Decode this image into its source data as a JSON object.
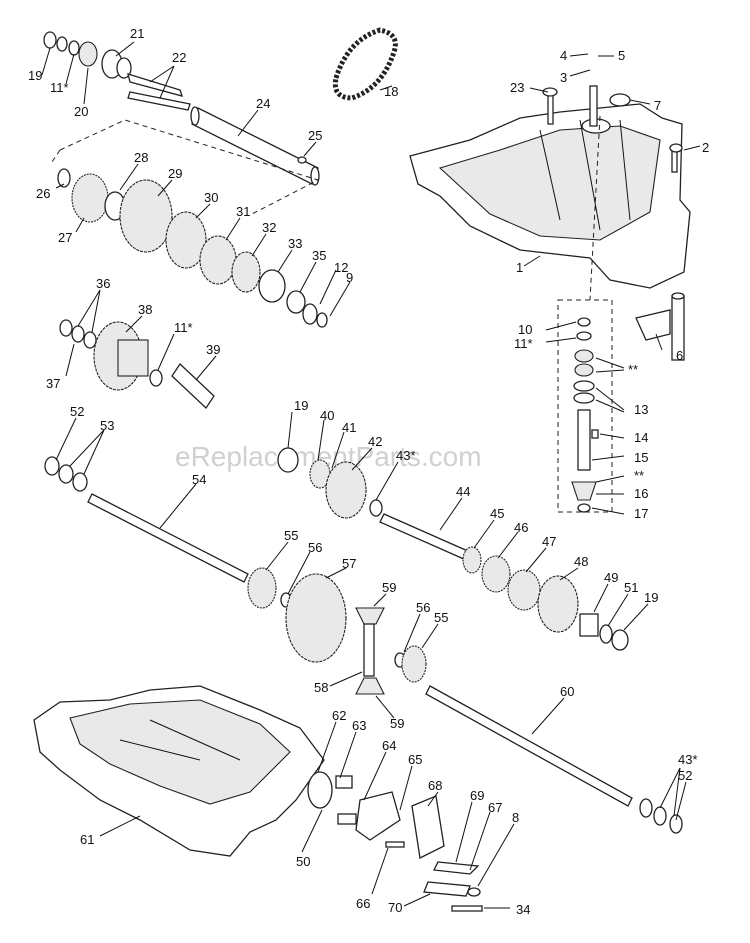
{
  "watermark": "eReplacementParts.com",
  "labels": [
    {
      "id": "19a",
      "text": "19"
    },
    {
      "id": "11a",
      "text": "11*"
    },
    {
      "id": "20",
      "text": "20"
    },
    {
      "id": "21",
      "text": "21"
    },
    {
      "id": "22",
      "text": "22"
    },
    {
      "id": "18",
      "text": "18"
    },
    {
      "id": "24",
      "text": "24"
    },
    {
      "id": "25",
      "text": "25"
    },
    {
      "id": "4",
      "text": "4"
    },
    {
      "id": "5",
      "text": "5"
    },
    {
      "id": "3",
      "text": "3"
    },
    {
      "id": "23",
      "text": "23"
    },
    {
      "id": "7",
      "text": "7"
    },
    {
      "id": "2",
      "text": "2"
    },
    {
      "id": "1",
      "text": "1"
    },
    {
      "id": "28",
      "text": "28"
    },
    {
      "id": "29",
      "text": "29"
    },
    {
      "id": "26",
      "text": "26"
    },
    {
      "id": "27",
      "text": "27"
    },
    {
      "id": "30",
      "text": "30"
    },
    {
      "id": "31",
      "text": "31"
    },
    {
      "id": "32",
      "text": "32"
    },
    {
      "id": "33",
      "text": "33"
    },
    {
      "id": "35",
      "text": "35"
    },
    {
      "id": "12",
      "text": "12"
    },
    {
      "id": "9",
      "text": "9"
    },
    {
      "id": "36",
      "text": "36"
    },
    {
      "id": "38",
      "text": "38"
    },
    {
      "id": "37",
      "text": "37"
    },
    {
      "id": "11b",
      "text": "11*"
    },
    {
      "id": "39",
      "text": "39"
    },
    {
      "id": "10",
      "text": "10"
    },
    {
      "id": "11c",
      "text": "11*"
    },
    {
      "id": "6",
      "text": "6"
    },
    {
      "id": "ss1",
      "text": "**"
    },
    {
      "id": "13",
      "text": "13"
    },
    {
      "id": "14",
      "text": "14"
    },
    {
      "id": "15",
      "text": "15"
    },
    {
      "id": "ss2",
      "text": "**"
    },
    {
      "id": "16",
      "text": "16"
    },
    {
      "id": "17",
      "text": "17"
    },
    {
      "id": "52a",
      "text": "52"
    },
    {
      "id": "53",
      "text": "53"
    },
    {
      "id": "19b",
      "text": "19"
    },
    {
      "id": "40",
      "text": "40"
    },
    {
      "id": "41",
      "text": "41"
    },
    {
      "id": "42",
      "text": "42"
    },
    {
      "id": "43a",
      "text": "43*"
    },
    {
      "id": "54",
      "text": "54"
    },
    {
      "id": "44",
      "text": "44"
    },
    {
      "id": "45",
      "text": "45"
    },
    {
      "id": "46",
      "text": "46"
    },
    {
      "id": "47",
      "text": "47"
    },
    {
      "id": "48",
      "text": "48"
    },
    {
      "id": "49",
      "text": "49"
    },
    {
      "id": "51",
      "text": "51"
    },
    {
      "id": "19c",
      "text": "19"
    },
    {
      "id": "55a",
      "text": "55"
    },
    {
      "id": "56a",
      "text": "56"
    },
    {
      "id": "57",
      "text": "57"
    },
    {
      "id": "59a",
      "text": "59"
    },
    {
      "id": "56b",
      "text": "56"
    },
    {
      "id": "55b",
      "text": "55"
    },
    {
      "id": "58",
      "text": "58"
    },
    {
      "id": "59b",
      "text": "59"
    },
    {
      "id": "60",
      "text": "60"
    },
    {
      "id": "62",
      "text": "62"
    },
    {
      "id": "63",
      "text": "63"
    },
    {
      "id": "64",
      "text": "64"
    },
    {
      "id": "65",
      "text": "65"
    },
    {
      "id": "43b",
      "text": "43*"
    },
    {
      "id": "52b",
      "text": "52"
    },
    {
      "id": "68",
      "text": "68"
    },
    {
      "id": "69",
      "text": "69"
    },
    {
      "id": "67",
      "text": "67"
    },
    {
      "id": "8",
      "text": "8"
    },
    {
      "id": "61",
      "text": "61"
    },
    {
      "id": "50",
      "text": "50"
    },
    {
      "id": "66",
      "text": "66"
    },
    {
      "id": "70",
      "text": "70"
    },
    {
      "id": "34",
      "text": "34"
    }
  ]
}
